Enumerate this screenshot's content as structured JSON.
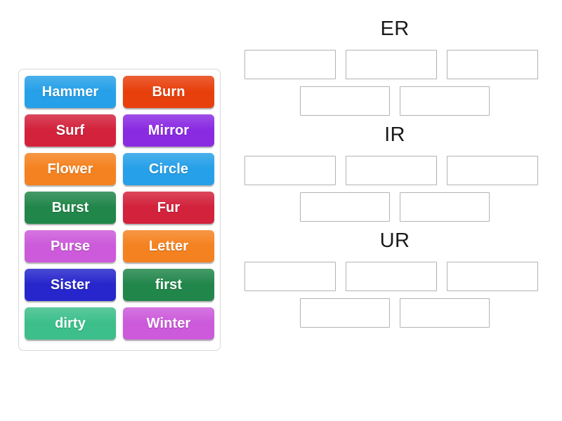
{
  "activity": {
    "type": "group-sort",
    "tray_label": "word-tiles"
  },
  "tiles": [
    {
      "label": "Hammer",
      "color": "#26a0e8"
    },
    {
      "label": "Burn",
      "color": "#e8400c"
    },
    {
      "label": "Surf",
      "color": "#d3223c"
    },
    {
      "label": "Mirror",
      "color": "#8a2be2"
    },
    {
      "label": "Flower",
      "color": "#f58220"
    },
    {
      "label": "Circle",
      "color": "#26a0e8"
    },
    {
      "label": "Burst",
      "color": "#21864a"
    },
    {
      "label": "Fur",
      "color": "#d3223c"
    },
    {
      "label": "Purse",
      "color": "#cc5ada"
    },
    {
      "label": "Letter",
      "color": "#f58220"
    },
    {
      "label": "Sister",
      "color": "#2626cc"
    },
    {
      "label": "first",
      "color": "#21864a"
    },
    {
      "label": "dirty",
      "color": "#3cbf8a"
    },
    {
      "label": "Winter",
      "color": "#cc5ada"
    }
  ],
  "groups": [
    {
      "title": "ER",
      "rows": [
        {
          "slots": [
            "",
            "",
            ""
          ]
        },
        {
          "slots": [
            "",
            ""
          ]
        }
      ]
    },
    {
      "title": "IR",
      "rows": [
        {
          "slots": [
            "",
            "",
            ""
          ]
        },
        {
          "slots": [
            "",
            ""
          ]
        }
      ]
    },
    {
      "title": "UR",
      "rows": [
        {
          "slots": [
            "",
            "",
            ""
          ]
        },
        {
          "slots": [
            "",
            ""
          ]
        }
      ]
    }
  ],
  "colors": {
    "page_background": "#ffffff",
    "tray_border": "#d8d8d8",
    "slot_border": "#b3b3b3",
    "title_text": "#1a1a1a",
    "tile_text": "#ffffff"
  }
}
